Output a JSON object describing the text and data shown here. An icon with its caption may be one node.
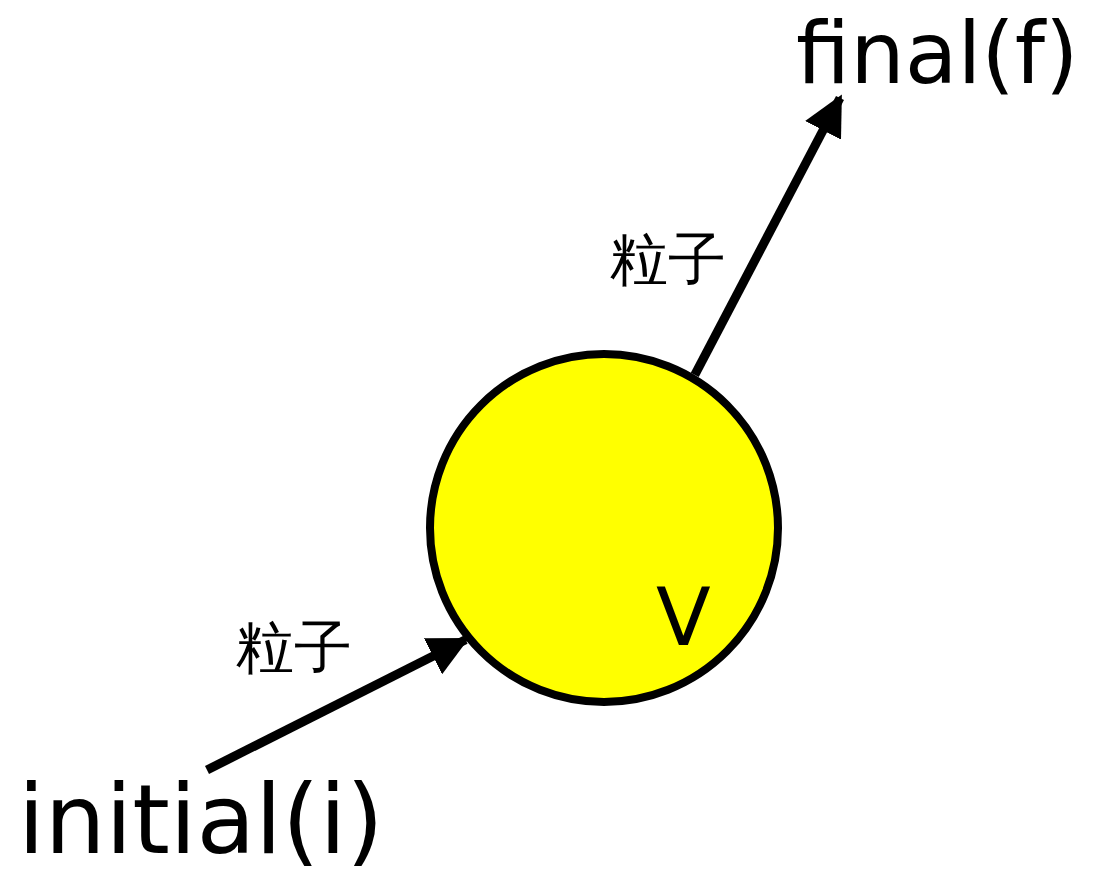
{
  "diagram": {
    "nodes": [
      {
        "text": [
          "initial(i)"
        ]
      },
      {
        "text": [
          "V"
        ]
      },
      {
        "text": [
          "final(f)"
        ]
      }
    ],
    "edges": [
      {
        "from": 0,
        "to": 1,
        "arrow": "to",
        "label": "粒子"
      },
      {
        "from": 1,
        "to": 2,
        "arrow": "to",
        "label": "粒子"
      }
    ]
  }
}
